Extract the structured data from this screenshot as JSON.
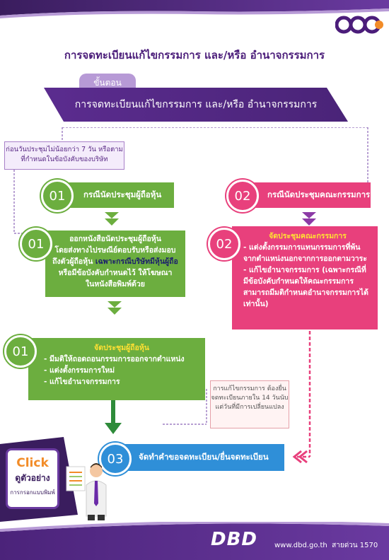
{
  "header": {
    "logo_icon": "dbd-logo-icon"
  },
  "title": "การจดทะเบียนแก้ไขกรรมการ และ/หรือ อำนาจกรรมการ",
  "step": {
    "tab_label": "ขั้นตอน",
    "banner": "การจดทะเบียนแก้ไขกรรมการ และ/หรือ อำนาจกรรมการ"
  },
  "note_top": "ก่อนวันประชุมไม่น้อยกว่า 7 วัน หรือตามที่กำหนดในข้อบังคับของบริษัท",
  "left": {
    "case_num": "01",
    "case_title": "กรณีนัดประชุมผู้ถือหุ้น",
    "notice_num": "01",
    "notice_lines": [
      "ออกหนังสือนัดประชุมผู้ถือหุ้น",
      "โดยส่งทางไปรษณีย์ตอบรับหรือส่งมอบ",
      "ถึงตัวผู้ถือหุ้น",
      "เฉพาะกรณีบริษัทมีหุ้นผู้ถือ",
      "หรือมีข้อบังคับกำหนดไว้ ให้โฆษณา",
      "ในหนังสือพิมพ์ด้วย"
    ],
    "meeting_num": "01",
    "meeting_title": "จัดประชุมผู้ถือหุ้น",
    "meeting_items": [
      "มีมติให้ถอดถอนกรรมการออกจากตำแหน่ง",
      "แต่งตั้งกรรมการใหม่",
      "แก้ไขอำนาจกรรมการ"
    ]
  },
  "right": {
    "case_num": "02",
    "case_title": "กรณีนัดประชุมคณะกรรมการ",
    "meeting_num": "02",
    "meeting_title": "จัดประชุมคณะกรรมการ",
    "meeting_items": [
      "- แต่งตั้งกรรมการแทนกรรมการที่พ้น",
      "จากตำแหน่งนอกจากการออกตามวาระ",
      "- แก้ไขอำนาจกรรมการ (เฉพาะกรณีที่",
      "มีข้อบังคับกำหนดให้คณะกรรมการ",
      "สามารถมีมติกำหนดอำนาจกรรมการได้",
      "เท่านั้น)"
    ]
  },
  "note_right": "การแก้ไขกรรมการ ต้องยื่นจดทะเบียนภายใน 14 วันนับแต่วันที่มีการเปลี่ยนแปลง",
  "final": {
    "num": "03",
    "title": "จัดทำคำขอจดทะเบียน/ยื่นจดทะเบียน"
  },
  "click_card": {
    "click": "Click",
    "sub": "ดูตัวอย่าง",
    "caption": "การกรอกแบบพิมพ์"
  },
  "footer": {
    "logo_text": "DBD",
    "website": "www.dbd.go.th",
    "hotline": "สายด่วน 1570"
  },
  "colors": {
    "purple": "#5a2a86",
    "green": "#6cae3f",
    "pink": "#e8407c",
    "blue": "#2f8fd8"
  }
}
